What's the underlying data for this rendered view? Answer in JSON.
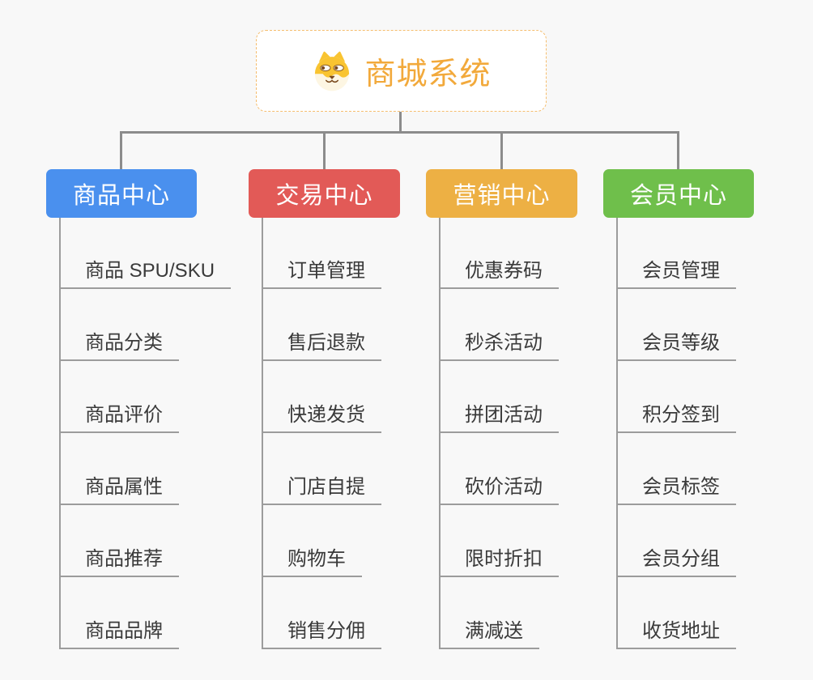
{
  "root": {
    "title": "商城系统",
    "icon": "dog-face-icon"
  },
  "branches": [
    {
      "label": "商品中心",
      "color": "#4a90ee",
      "items": [
        "商品 SPU/SKU",
        "商品分类",
        "商品评价",
        "商品属性",
        "商品推荐",
        "商品品牌"
      ]
    },
    {
      "label": "交易中心",
      "color": "#e25a57",
      "items": [
        "订单管理",
        "售后退款",
        "快递发货",
        "门店自提",
        "购物车",
        "销售分佣"
      ]
    },
    {
      "label": "营销中心",
      "color": "#edb044",
      "items": [
        "优惠券码",
        "秒杀活动",
        "拼团活动",
        "砍价活动",
        "限时折扣",
        "满减送"
      ]
    },
    {
      "label": "会员中心",
      "color": "#6fbf4b",
      "items": [
        "会员管理",
        "会员等级",
        "积分签到",
        "会员标签",
        "会员分组",
        "收货地址"
      ]
    }
  ],
  "palette": {
    "background": "#f8f8f8",
    "connector_line": "#8c8c8c",
    "leaf_underline": "#9c9c9c",
    "leaf_text": "#3a3a3a",
    "root_border": "#f5bd6e",
    "root_title": "#f2a93b",
    "root_background": "#ffffff",
    "header_text": "#ffffff"
  }
}
